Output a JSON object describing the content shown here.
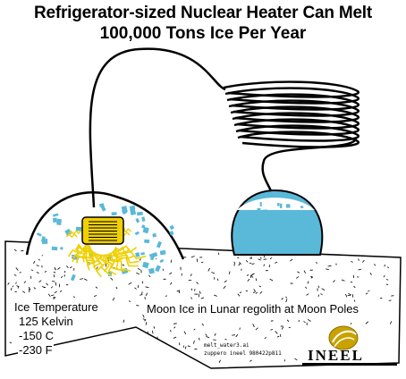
{
  "title": {
    "line1": "Refrigerator-sized Nuclear Heater Can Melt",
    "line2": "100,000 Tons Ice Per Year"
  },
  "labels": {
    "ice_temperature": "Ice Temperature",
    "kelvin": "125 Kelvin",
    "celsius": "-150 C",
    "fahrenheit": "-230 F",
    "moon_ice": "Moon Ice in Lunar regolith at Moon Poles"
  },
  "file_caption": {
    "line1": "melt_water3.ai",
    "line2": "zuppero ineel 980422p811"
  },
  "logo": {
    "text": "INEEL"
  },
  "colors": {
    "water": "#5ab8d8",
    "heater": "#f0d000",
    "heat_rays": "#f0d000",
    "outline": "#000000"
  }
}
